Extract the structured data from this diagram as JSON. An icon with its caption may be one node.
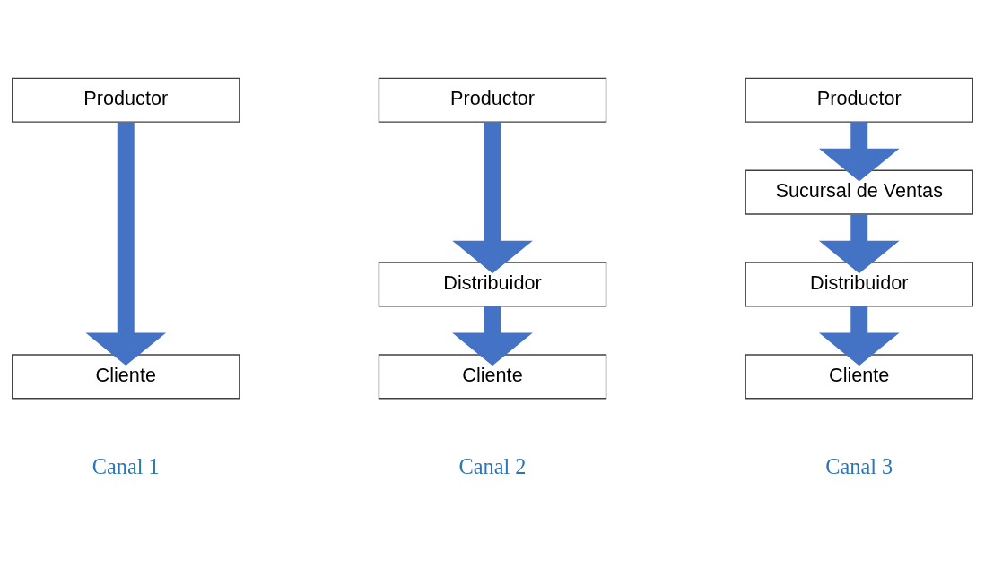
{
  "diagram": {
    "nodes": [
      {
        "text": [
          "Productor"
        ]
      },
      {
        "text": [
          "Cliente"
        ]
      },
      {
        "text": [
          "Productor"
        ]
      },
      {
        "text": [
          "Distribuidor"
        ]
      },
      {
        "text": [
          "Cliente"
        ]
      },
      {
        "text": [
          "Productor"
        ]
      },
      {
        "text": [
          "Sucursal de Ventas"
        ]
      },
      {
        "text": [
          "Distribuidor"
        ]
      },
      {
        "text": [
          "Cliente"
        ]
      }
    ],
    "edges": [
      {
        "from": 0,
        "to": 1,
        "arrow": "to"
      },
      {
        "from": 2,
        "to": 3,
        "arrow": "to"
      },
      {
        "from": 3,
        "to": 4,
        "arrow": "to"
      },
      {
        "from": 5,
        "to": 6,
        "arrow": "to"
      },
      {
        "from": 6,
        "to": 7,
        "arrow": "to"
      },
      {
        "from": 7,
        "to": 8,
        "arrow": "to"
      }
    ],
    "labels": [
      "Canal 1",
      "Canal 2",
      "Canal 3"
    ]
  }
}
